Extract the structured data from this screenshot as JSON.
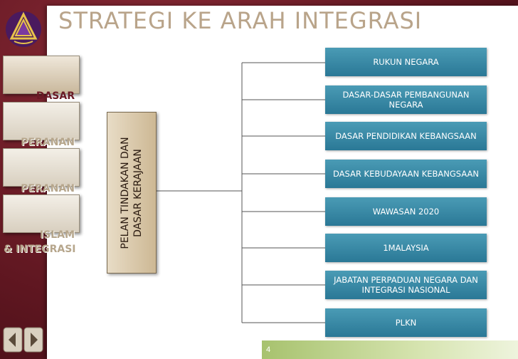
{
  "slide": {
    "title": "STRATEGI KE ARAH INTEGRASI",
    "page_number": "4"
  },
  "sidebar": {
    "items": [
      {
        "label": "DASAR\nKERAJAAN",
        "active": true
      },
      {
        "label": "PERANAN\nMASYARAKAT",
        "active": false
      },
      {
        "label": "PERANAN\nNGO",
        "active": false
      },
      {
        "label": "ISLAM\n& INTEGRASI",
        "active": false
      }
    ]
  },
  "pillar": {
    "label": "PELAN TINDAKAN DAN DASAR KERAJAAN"
  },
  "boxes": [
    "RUKUN NEGARA",
    "DASAR-DASAR  PEMBANGUNAN NEGARA",
    "DASAR PENDIDIKAN KEBANGSAAN",
    "DASAR KEBUDAYAAN KEBANGSAAN",
    "WAWASAN 2020",
    "1MALAYSIA",
    "JABATAN PERPADUAN NEGARA DAN INTEGRASI NASIONAL",
    "PLKN"
  ],
  "colors": {
    "box_fill": "#3a8aa6",
    "title": "#b9a48a",
    "background": "#6f1f2a",
    "footer": "#a7c26e"
  },
  "icons": [
    "university-logo-icon",
    "previous-arrow-icon",
    "next-arrow-icon"
  ]
}
